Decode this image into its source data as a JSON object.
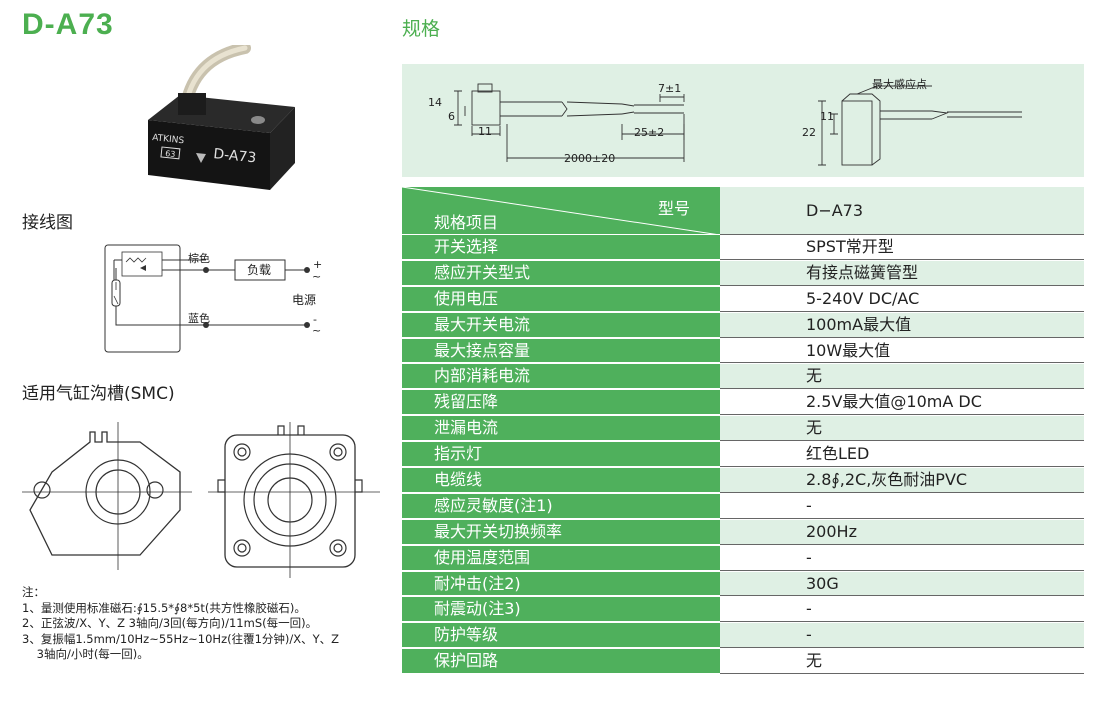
{
  "model": "D-A73",
  "sections": {
    "wiring": "接线图",
    "cylinder": "适用气缸沟槽(SMC)",
    "spec": "规格"
  },
  "product_label": {
    "brand": "ATKINS",
    "model": "D-A73",
    "code": "63"
  },
  "wiring": {
    "brown": "棕色",
    "blue": "蓝色",
    "load": "负载",
    "power": "电源",
    "plus": "+",
    "minus": "-",
    "tilde": "~"
  },
  "dimensions": {
    "h14": "14",
    "h6": "6",
    "w11": "11",
    "lead7": "7±1",
    "lead25": "25±2",
    "cable": "2000±20",
    "max_point": "最大感应点",
    "h11": "11",
    "h22": "22"
  },
  "table": {
    "header_model": "型号",
    "header_item": "规格项目",
    "model_value": "D−A73",
    "rows": [
      {
        "label": "开关选择",
        "value": "SPST常开型"
      },
      {
        "label": "感应开关型式",
        "value": "有接点磁簧管型"
      },
      {
        "label": "使用电压",
        "value": "5-240V  DC/AC"
      },
      {
        "label": "最大开关电流",
        "value": "100mA最大值"
      },
      {
        "label": "最大接点容量",
        "value": "10W最大值"
      },
      {
        "label": "内部消耗电流",
        "value": "无"
      },
      {
        "label": "残留压降",
        "value": "2.5V最大值@10mA  DC"
      },
      {
        "label": "泄漏电流",
        "value": "无"
      },
      {
        "label": "指示灯",
        "value": "红色LED"
      },
      {
        "label": "电缆线",
        "value": "2.8∮,2C,灰色耐油PVC"
      },
      {
        "label": "感应灵敏度(注1)",
        "value": "-"
      },
      {
        "label": "最大开关切换频率",
        "value": "200Hz"
      },
      {
        "label": "使用温度范围",
        "value": "-"
      },
      {
        "label": "耐冲击(注2)",
        "value": "30G"
      },
      {
        "label": "耐震动(注3)",
        "value": "-"
      },
      {
        "label": "防护等级",
        "value": "-"
      },
      {
        "label": "保护回路",
        "value": "无"
      }
    ]
  },
  "notes": {
    "title": "注：",
    "lines": [
      "1、量测使用标准磁石:∮15.5*∮8*5t(共方性橡胶磁石)。",
      "2、正弦波/X、Y、Z 3轴向/3回(每方向)/11mS(每一回)。",
      "3、复振幅1.5mm/10Hz~55Hz~10Hz(往覆1分钟)/X、Y、Z",
      "    3轴向/小时(每一回)。"
    ]
  },
  "colors": {
    "accent": "#4caf50",
    "table_green": "#4fb05c",
    "light_green": "#dff0e4"
  }
}
